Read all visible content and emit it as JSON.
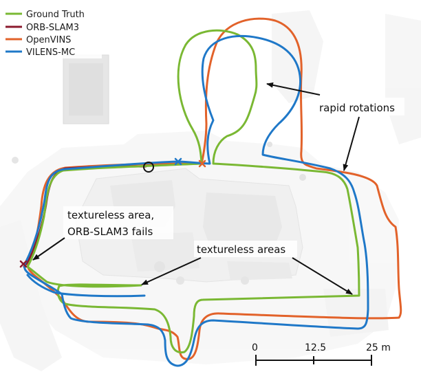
{
  "chart_data": {
    "type": "line",
    "title": "",
    "xlabel": "",
    "ylabel": "",
    "legend_position": "top-left",
    "grid": false,
    "series": [
      {
        "name": "Ground Truth",
        "color": "#7ab833"
      },
      {
        "name": "ORB-SLAM3",
        "color": "#8b1a2e"
      },
      {
        "name": "OpenVINS",
        "color": "#e2622a"
      },
      {
        "name": "VILENS-MC",
        "color": "#1f78c8"
      }
    ],
    "annotations": [
      {
        "id": "rapid",
        "text": "rapid rotations"
      },
      {
        "id": "texfail_line1",
        "text": "textureless area,"
      },
      {
        "id": "texfail_line2",
        "text": "ORB-SLAM3 fails"
      },
      {
        "id": "tex",
        "text": "textureless areas"
      }
    ],
    "scale_bar": {
      "ticks": [
        "0",
        "12.5",
        "25 m"
      ],
      "values": [
        0,
        12.5,
        25
      ],
      "unit": "m"
    }
  }
}
